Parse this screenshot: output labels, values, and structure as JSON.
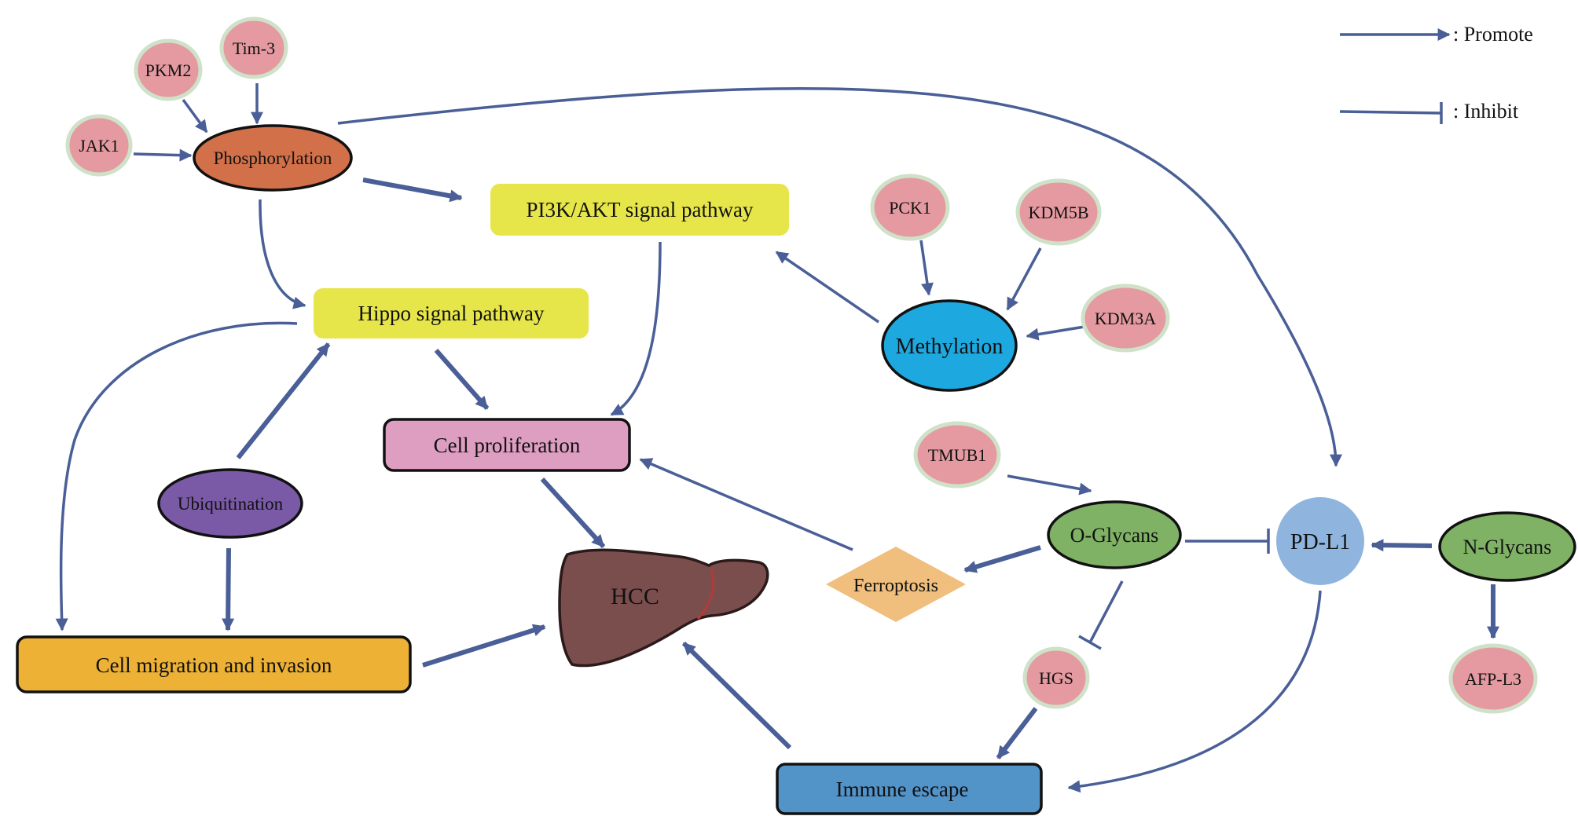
{
  "legend": {
    "promote_label": ": Promote",
    "inhibit_label": ": Inhibit"
  },
  "colors": {
    "arrow": "#4a5f97",
    "regulator_circle": "#e49aa0",
    "regulator_ring": "#cfe1c8",
    "phosphorylation": "#d2704a",
    "methylation": "#1ea8e0",
    "ubiquitination": "#7a5aa6",
    "glycans": "#7fb265",
    "pathway_box": "#e6e54a",
    "cell_proliferation": "#de9ec2",
    "cell_migration": "#ecb135",
    "immune_escape": "#5293c8",
    "pd_l1": "#8fb5de",
    "ferroptosis": "#f0be7d",
    "liver": "#7b4e4e"
  },
  "nodes": {
    "tim3": "Tim-3",
    "pkm2": "PKM2",
    "jak1": "JAK1",
    "pck1": "PCK1",
    "kdm5b": "KDM5B",
    "kdm3a": "KDM3A",
    "tmub1": "TMUB1",
    "hgs": "HGS",
    "afp_l3": "AFP-L3",
    "phosphorylation": "Phosphorylation",
    "methylation": "Methylation",
    "ubiquitination": "Ubiquitination",
    "o_glycans": "O-Glycans",
    "n_glycans": "N-Glycans",
    "pi3k_akt": "PI3K/AKT signal pathway",
    "hippo": "Hippo signal pathway",
    "cell_proliferation": "Cell proliferation",
    "cell_migration": "Cell migration and invasion",
    "immune_escape": "Immune escape",
    "ferroptosis": "Ferroptosis",
    "pd_l1": "PD-L1",
    "hcc": "HCC"
  }
}
